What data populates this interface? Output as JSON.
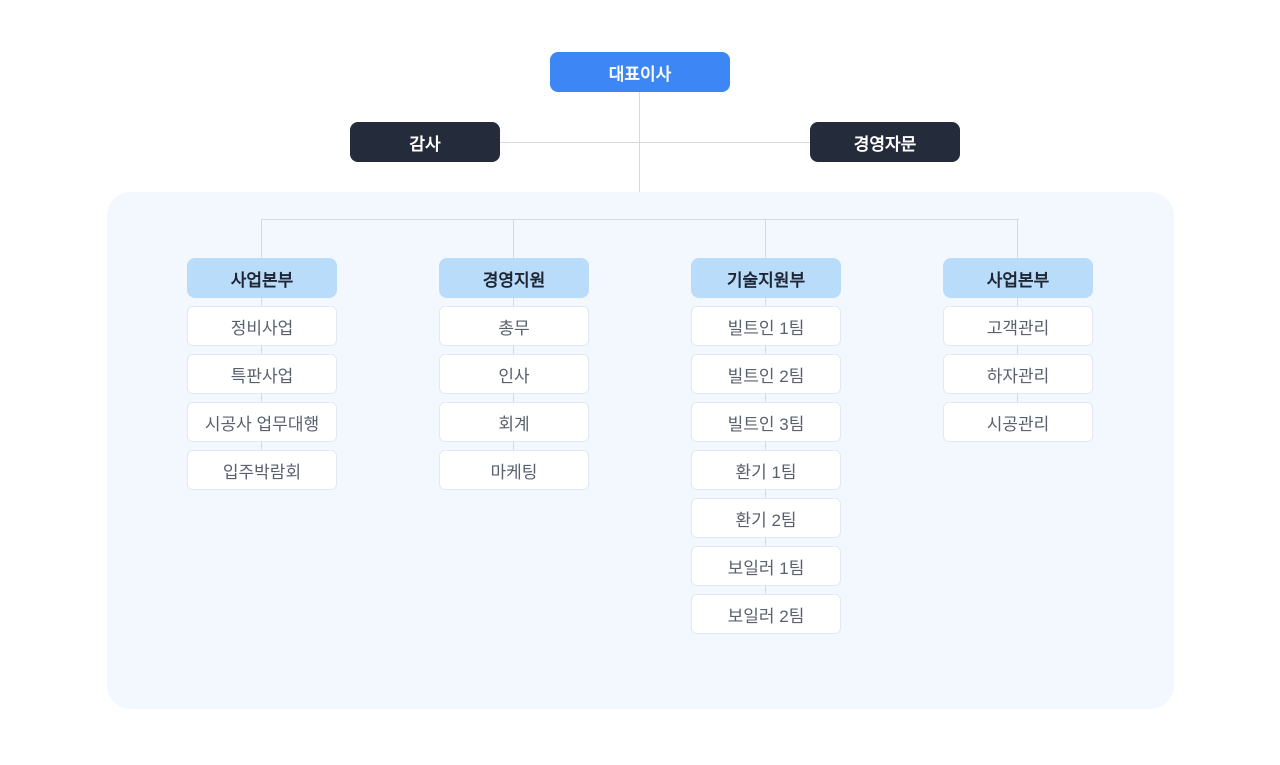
{
  "org": {
    "ceo": {
      "label": "대표이사"
    },
    "advisors": [
      {
        "label": "감사"
      },
      {
        "label": "경영자문"
      }
    ],
    "departments": [
      {
        "label": "사업본부",
        "teams": [
          "정비사업",
          "특판사업",
          "시공사 업무대행",
          "입주박람회"
        ]
      },
      {
        "label": "경영지원",
        "teams": [
          "총무",
          "인사",
          "회계",
          "마케팅"
        ]
      },
      {
        "label": "기술지원부",
        "teams": [
          "빌트인 1팀",
          "빌트인 2팀",
          "빌트인 3팀",
          "환기 1팀",
          "환기 2팀",
          "보일러 1팀",
          "보일러 2팀"
        ]
      },
      {
        "label": "사업본부",
        "teams": [
          "고객관리",
          "하자관리",
          "시공관리"
        ]
      }
    ],
    "colors": {
      "ceo_bg": "#3d86f6",
      "advisor_bg": "#242b3a",
      "dept_header_bg": "#badcfb",
      "panel_bg": "#f2f8fd",
      "line": "#d6dade",
      "team_border": "#e3e9f0",
      "team_text": "#59616e",
      "header_text": "#1e2633"
    },
    "layout": {
      "column_centers": [
        262,
        514,
        766,
        1018
      ]
    }
  }
}
